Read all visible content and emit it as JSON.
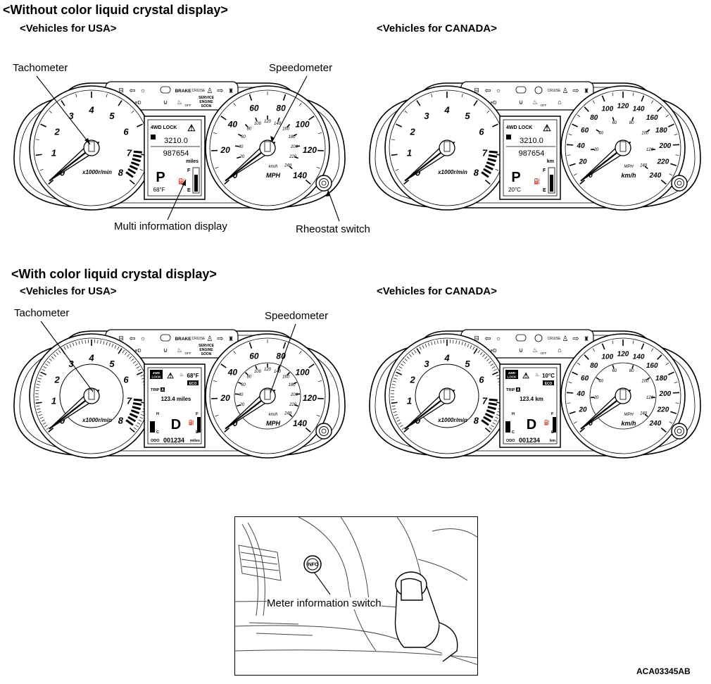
{
  "sections": {
    "without_color": "<Without color liquid crystal display>",
    "with_color": "<With color liquid crystal display>"
  },
  "regions": {
    "usa": "<Vehicles for USA>",
    "canada": "<Vehicles for CANADA>"
  },
  "callouts": {
    "tachometer": "Tachometer",
    "speedometer": "Speedometer",
    "multi_info_display": "Multi information display",
    "rheostat_switch": "Rheostat switch",
    "meter_info_switch": "Meter information switch"
  },
  "figure_code": "ACA03345AB",
  "tach": {
    "labels": [
      "0",
      "1",
      "2",
      "3",
      "4",
      "5",
      "6",
      "7",
      "8"
    ],
    "unit": "x1000r/min"
  },
  "warning_lamps": {
    "brake": "BRAKE",
    "cruise": "CRUISE",
    "service": [
      "SERVICE",
      "ENGINE",
      "SOON"
    ],
    "abs": "ABS",
    "off": "OFF"
  },
  "clusters": [
    {
      "id": "mono-usa",
      "speedo": {
        "outer": [
          "0",
          "20",
          "40",
          "60",
          "80",
          "100",
          "120",
          "140"
        ],
        "inner": [
          "0",
          "20",
          "40",
          "60",
          "80",
          "100",
          "120",
          "140",
          "160",
          "180",
          "200",
          "220",
          "240"
        ],
        "unit_small": "km/h",
        "unit_main": "MPH"
      },
      "display": {
        "type": "mono",
        "lock": "4WD LOCK",
        "trip": "3210.0",
        "odo": "987654",
        "dist_unit": "miles",
        "gear": "P",
        "temp": "68°F",
        "fuel_full": "F",
        "fuel_empty": "E"
      }
    },
    {
      "id": "mono-canada",
      "speedo": {
        "outer": [
          "0",
          "20",
          "40",
          "60",
          "80",
          "100",
          "120",
          "140",
          "160",
          "180",
          "200",
          "220",
          "240"
        ],
        "inner": [
          "0",
          "20",
          "40",
          "60",
          "80",
          "100",
          "120",
          "140"
        ],
        "unit_small": "MPH",
        "unit_main": "km/h"
      },
      "display": {
        "type": "mono",
        "lock": "4WD LOCK",
        "trip": "3210.0",
        "odo": "987654",
        "dist_unit": "km",
        "gear": "P",
        "temp": "20°C",
        "fuel_full": "F",
        "fuel_empty": "E"
      }
    },
    {
      "id": "color-usa",
      "speedo": {
        "outer": [
          "0",
          "20",
          "40",
          "60",
          "80",
          "100",
          "120",
          "140"
        ],
        "inner": [
          "0",
          "20",
          "40",
          "60",
          "80",
          "100",
          "120",
          "140",
          "160",
          "180",
          "200",
          "220",
          "240"
        ],
        "unit_small": "km/h",
        "unit_main": "MPH"
      },
      "display": {
        "type": "color",
        "lock": [
          "4WD",
          "LOCK"
        ],
        "temp": "68°F",
        "eco": "ECO",
        "trip_label": "TRIP",
        "trip_letter": "A",
        "trip": "123.4 miles",
        "gear": "D",
        "temp_hot": "H",
        "temp_cold": "C",
        "fuel_full": "F",
        "fuel_empty": "E",
        "odo_label": "ODO",
        "odo": "001234",
        "odo_unit": "miles"
      }
    },
    {
      "id": "color-canada",
      "speedo": {
        "outer": [
          "0",
          "20",
          "40",
          "60",
          "80",
          "100",
          "120",
          "140",
          "160",
          "180",
          "200",
          "220",
          "240"
        ],
        "inner": [
          "0",
          "20",
          "40",
          "60",
          "80",
          "100",
          "120",
          "140"
        ],
        "unit_small": "MPH",
        "unit_main": "km/h"
      },
      "display": {
        "type": "color",
        "lock": [
          "4WD",
          "LOCK"
        ],
        "temp": "10°C",
        "eco": "ECO",
        "trip_label": "TRIP",
        "trip_letter": "A",
        "trip": "123.4 km",
        "gear": "D",
        "temp_hot": "H",
        "temp_cold": "C",
        "fuel_full": "F",
        "fuel_empty": "E",
        "odo_label": "ODO",
        "odo": "001234",
        "odo_unit": "km"
      }
    }
  ],
  "switch_label": "INFO"
}
